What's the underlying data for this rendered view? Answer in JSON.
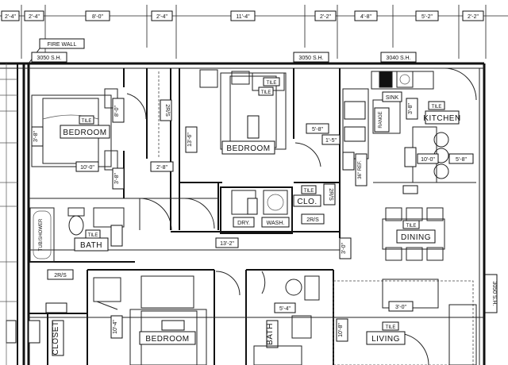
{
  "dimensions_top": [
    "2'-4\"",
    "2'-4\"",
    "8'-0\"",
    "2'-4\"",
    "11'-4\"",
    "2'-2\"",
    "4'-8\"",
    "5'-2\"",
    "2'-2\""
  ],
  "window_tags": [
    "3050 S.H.",
    "3050 S.H.",
    "3040 S.H.",
    "3050 S.H."
  ],
  "fire_wall": "FIRE WALL",
  "rooms": {
    "bedroom_left": "BEDROOM",
    "bedroom_center": "BEDROOM",
    "bedroom_bottom": "BEDROOM",
    "kitchen": "KITCHEN",
    "dining": "DINING",
    "living": "LIVING",
    "bath": "BATH",
    "bath2": "BATH",
    "closet": "CLOSET",
    "clo": "CLO."
  },
  "fixtures": {
    "tile_1": "TILE",
    "tile_2": "TILE",
    "tile_3": "TILE",
    "tile_4": "TILE",
    "tile_5": "TILE",
    "tile_6": "TILE",
    "tile_7": "TILE",
    "tile_8": "TILE",
    "tub_shower": "TUB/SHOWER",
    "sink": "SINK",
    "range": "RANGE",
    "dryer": "DRY.",
    "washer": "WASH.",
    "refrigerator": "36\" REF."
  },
  "shelf_tags": [
    "2R/S",
    "2R/S",
    "2R/S",
    "2R/S"
  ],
  "dims": {
    "d_8_0": "8'-0\"",
    "d_3_8": "3'-8\"",
    "d_10_0": "10'-0\"",
    "d_2_8": "2'-8\"",
    "d_13_6": "13'-6\"",
    "d_5_8": "5'-8\"",
    "d_1_5": "1'-5\"",
    "d_13_2": "13'-2\"",
    "d_3_0": "3'-0\"",
    "d_10_4": "10'-4\"",
    "d_5_4": "5'-4\"",
    "d_10_8": "10'-8\"",
    "d_3_8b": "3'-8\"",
    "d_3_8c": "3'-8\"",
    "d_5_8b": "5'-8\"",
    "d_10_0b": "10'-0\"",
    "d_3_0b": "3'-0\""
  },
  "colors": {
    "line": "#111111",
    "paper": "#ffffff"
  }
}
